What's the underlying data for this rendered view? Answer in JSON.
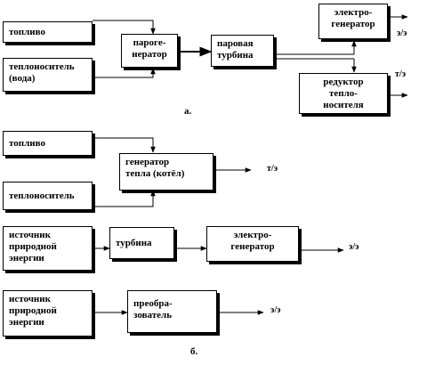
{
  "diagram_a": {
    "fuel": "топливо",
    "heat_carrier": "теплоноситель\n(вода)",
    "steam_generator": "пароге-\nнератор",
    "steam_turbine": "паровая\nтурбина",
    "electric_generator": "электро-\nгенератор",
    "heat_carrier_reducer": "редуктор\nтепло-\nносителя",
    "electric_output": "э/э",
    "thermal_output": "т/э",
    "caption": "а."
  },
  "diagram_b": {
    "fuel": "топливо",
    "heat_carrier": "теплоноситель",
    "heat_generator": "генератор\nтепла (котёл)",
    "thermal_output": "т/э",
    "natural_source_1": "источник\nприродной\nэнергии",
    "turbine": "турбина",
    "electric_generator": "электро-\nгенератор",
    "electric_output_1": "э/э",
    "natural_source_2": "источник\nприродной\nэнергии",
    "converter": "преобра-\nзователь",
    "electric_output_2": "э/э",
    "caption": "б."
  }
}
